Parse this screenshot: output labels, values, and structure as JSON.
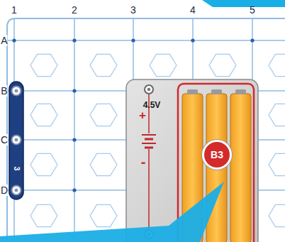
{
  "diagram": {
    "nodes": [
      {
        "text": [
          "4.5V",
          "+",
          "-"
        ]
      },
      {
        "text": [
          "B3"
        ],
        "in": 0
      },
      {
        "text": [
          "3"
        ]
      }
    ],
    "labels": [
      "1",
      "2",
      "3",
      "4",
      "5",
      "A",
      "B",
      "C",
      "D"
    ]
  }
}
